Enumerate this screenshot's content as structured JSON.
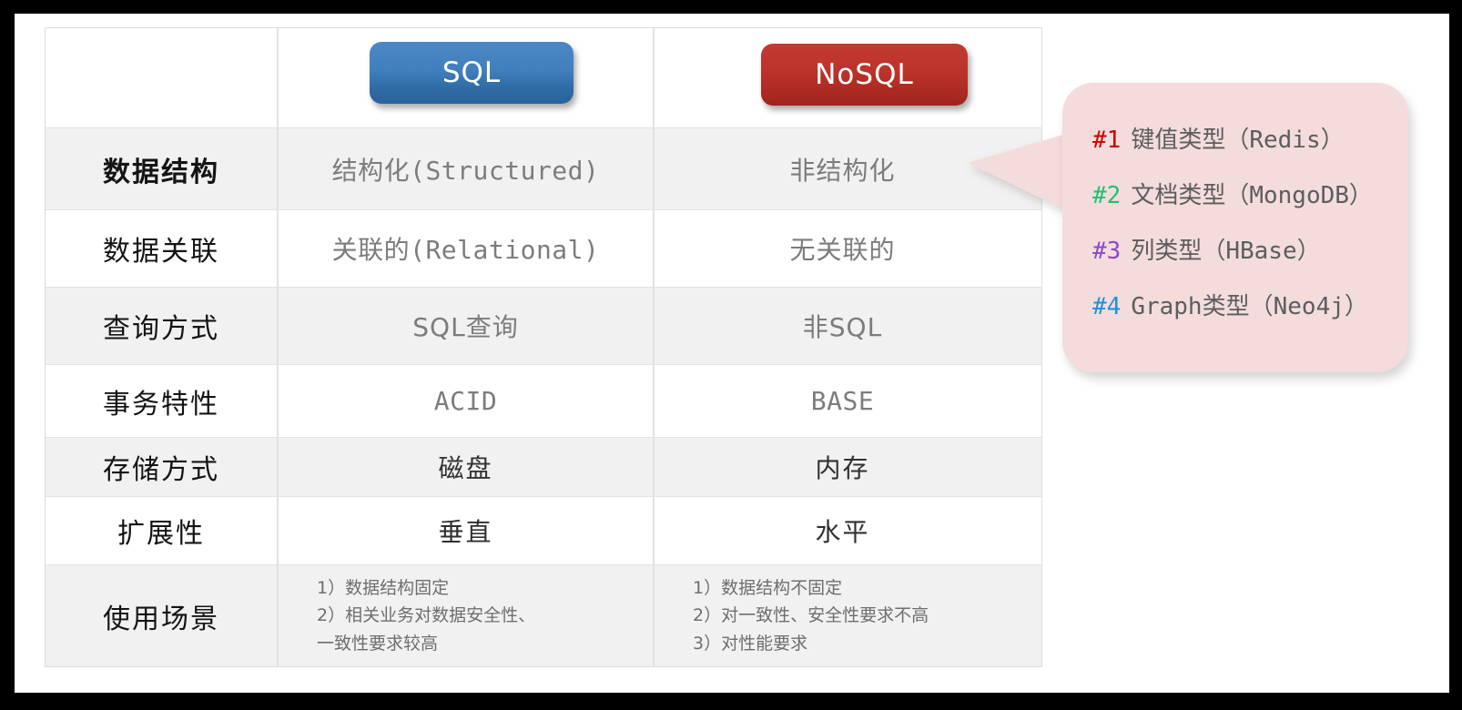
{
  "frame": {
    "border_color": "#000000",
    "page_bg": "#ffffff"
  },
  "table": {
    "header": {
      "label": "",
      "col1": {
        "text": "SQL",
        "color": "#3b7ab8"
      },
      "col2": {
        "text": "NoSQL",
        "color": "#b5302a"
      }
    },
    "rows": [
      {
        "label": "数据结构",
        "label_bold": true,
        "sql": "结构化(Structured)",
        "nosql": "非结构化",
        "shaded": true,
        "sql_font": "mono",
        "nosql_font": "plain",
        "emphasis": false
      },
      {
        "label": "数据关联",
        "label_bold": false,
        "sql": "关联的(Relational)",
        "nosql": "无关联的",
        "shaded": false,
        "sql_font": "mono",
        "nosql_font": "plain",
        "emphasis": false
      },
      {
        "label": "查询方式",
        "label_bold": false,
        "sql": "SQL查询",
        "nosql": "非SQL",
        "shaded": true,
        "sql_font": "plain",
        "nosql_font": "plain",
        "emphasis": false
      },
      {
        "label": "事务特性",
        "label_bold": false,
        "sql": "ACID",
        "nosql": "BASE",
        "shaded": false,
        "sql_font": "mono",
        "nosql_font": "mono",
        "emphasis": false
      },
      {
        "label": "存储方式",
        "label_bold": false,
        "sql": "磁盘",
        "nosql": "内存",
        "shaded": true,
        "sql_font": "plain",
        "nosql_font": "plain",
        "emphasis": true
      },
      {
        "label": "扩展性",
        "label_bold": false,
        "sql": "垂直",
        "nosql": "水平",
        "shaded": false,
        "sql_font": "plain",
        "nosql_font": "plain",
        "emphasis": true
      }
    ],
    "usecase_row": {
      "label": "使用场景",
      "sql_lines": [
        "1）数据结构固定",
        "2）相关业务对数据安全性、",
        "一致性要求较高"
      ],
      "nosql_lines": [
        "1）数据结构不固定",
        "2）对一致性、安全性要求不高",
        "3）对性能要求"
      ]
    }
  },
  "callout": {
    "bg_color": "#f4dcdc",
    "items": [
      {
        "num": "#1",
        "num_color": "#cc0000",
        "label_cn": "键值类型（",
        "label_en": "Redis",
        "label_tail": "）"
      },
      {
        "num": "#2",
        "num_color": "#1fc271",
        "label_cn": "文档类型（",
        "label_en": "MongoDB",
        "label_tail": "）"
      },
      {
        "num": "#3",
        "num_color": "#8b49cf",
        "label_cn": "列类型（",
        "label_en": "HBase",
        "label_tail": "）"
      },
      {
        "num": "#4",
        "num_color": "#1e90e0",
        "label_cn": "",
        "label_en": "Graph",
        "label_mid": "类型（",
        "label_en2": "Neo4j",
        "label_tail": "）"
      }
    ]
  }
}
